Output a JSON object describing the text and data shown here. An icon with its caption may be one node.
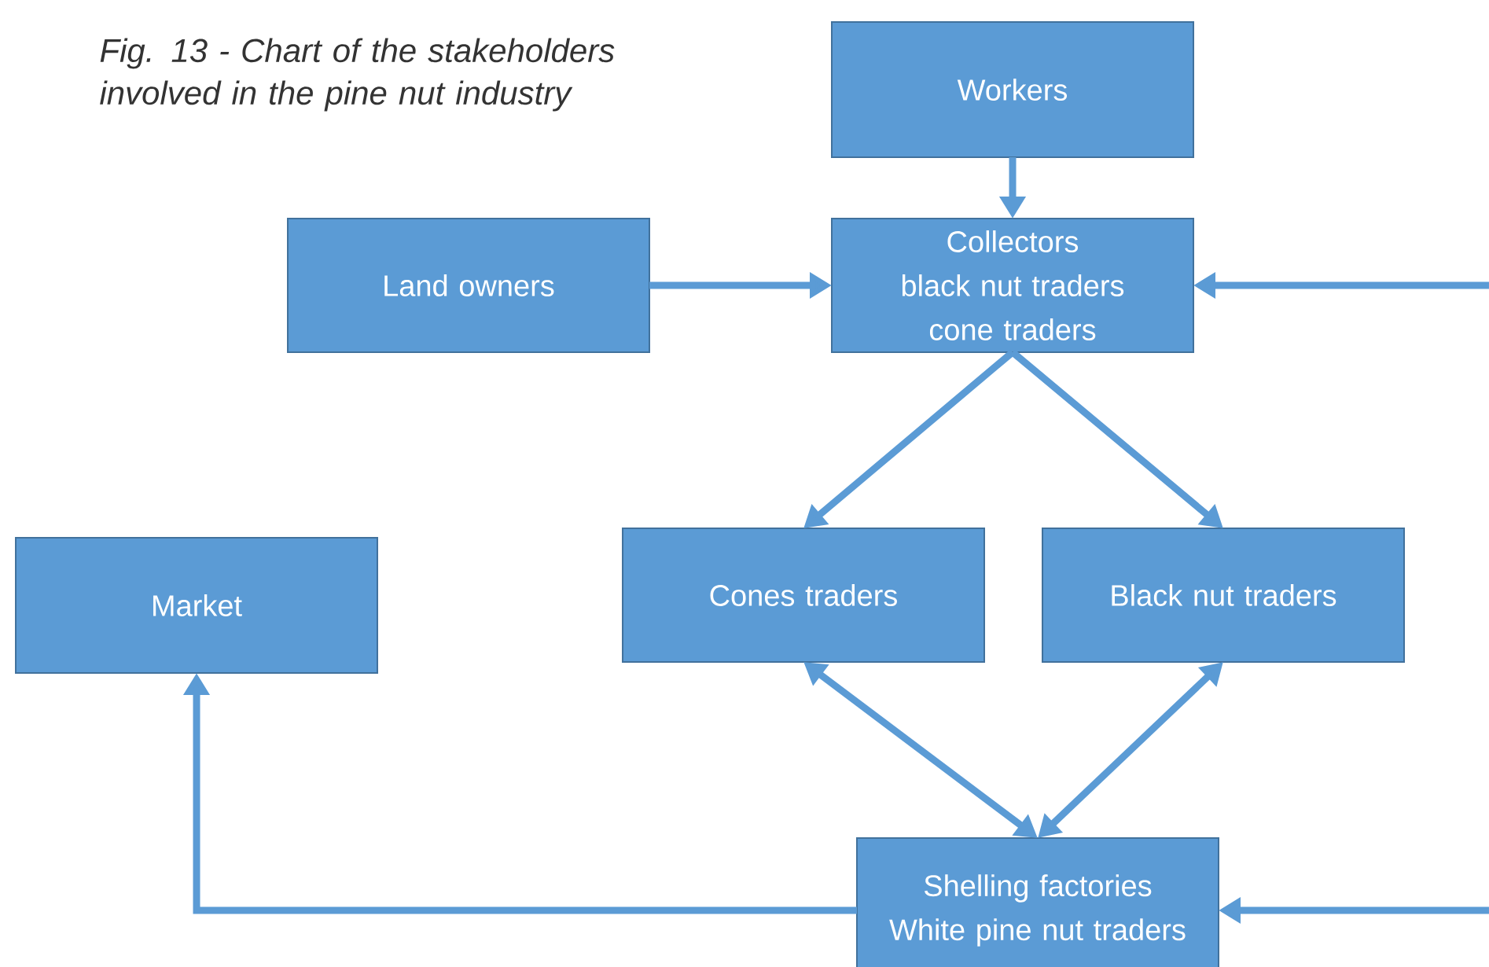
{
  "diagram": {
    "caption": "Fig. 13 - Chart of the stakeholders involved in the pine nut industry",
    "nodes": [
      {
        "text": [
          "Workers"
        ]
      },
      {
        "text": [
          "Land owners"
        ]
      },
      {
        "text": [
          "Collectors",
          "black nut traders",
          "cone traders"
        ]
      },
      {
        "text": [
          "Market"
        ]
      },
      {
        "text": [
          "Cones traders"
        ]
      },
      {
        "text": [
          "Black nut traders"
        ]
      },
      {
        "text": [
          "Shelling factories",
          "White pine nut traders"
        ]
      }
    ],
    "edges": [
      {
        "from": 0,
        "to": 2,
        "arrow": "to"
      },
      {
        "from": 1,
        "to": 2,
        "arrow": "to"
      },
      {
        "from": null,
        "to": 2,
        "arrow": "to"
      },
      {
        "from": 2,
        "to": 4,
        "arrow": "to"
      },
      {
        "from": 2,
        "to": 5,
        "arrow": "to"
      },
      {
        "from": 4,
        "to": 6,
        "arrow": "both"
      },
      {
        "from": 5,
        "to": 6,
        "arrow": "both"
      },
      {
        "from": 6,
        "to": 3,
        "arrow": "to"
      },
      {
        "from": null,
        "to": 6,
        "arrow": "to"
      }
    ]
  }
}
